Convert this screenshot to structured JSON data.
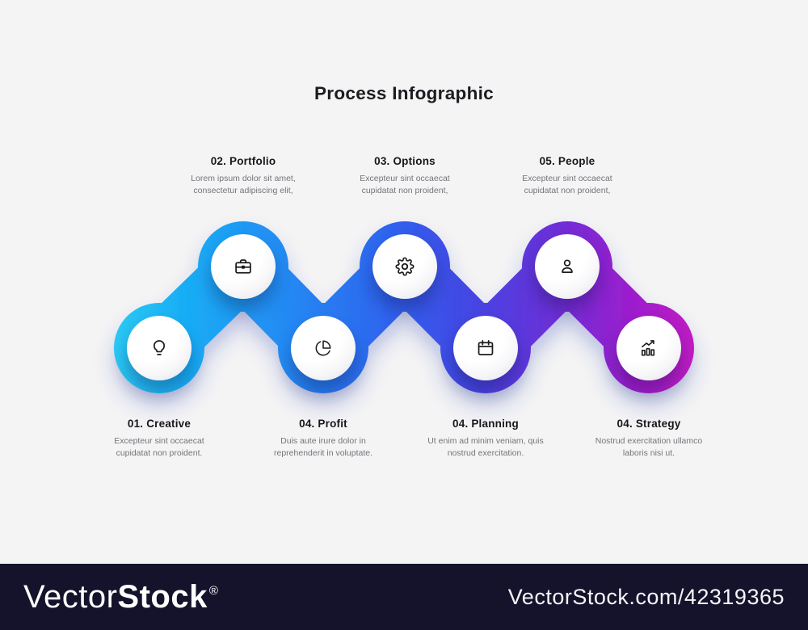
{
  "title": "Process Infographic",
  "steps": [
    {
      "label": "01. Creative",
      "description": "Excepteur sint occaecat cupidatat non proident.",
      "icon": "bulb-icon",
      "row": "bottom"
    },
    {
      "label": "02. Portfolio",
      "description": "Lorem ipsum dolor sit amet, consectetur adipiscing elit,",
      "icon": "briefcase-icon",
      "row": "top"
    },
    {
      "label": "04. Profit",
      "description": "Duis aute irure dolor in reprehenderit in voluptate.",
      "icon": "pie-chart-icon",
      "row": "bottom"
    },
    {
      "label": "03. Options",
      "description": "Excepteur sint occaecat cupidatat non proident,",
      "icon": "gear-icon",
      "row": "top"
    },
    {
      "label": "04. Planning",
      "description": "Ut enim ad minim veniam, quis nostrud exercitation.",
      "icon": "calendar-icon",
      "row": "bottom"
    },
    {
      "label": "05. People",
      "description": "Excepteur sint occaecat cupidatat non proident,",
      "icon": "person-icon",
      "row": "top"
    },
    {
      "label": "04. Strategy",
      "description": "Nostrud exercitation ullamco laboris nisi ut.",
      "icon": "bar-chart-icon",
      "row": "bottom"
    }
  ],
  "colors": {
    "background": "#f4f4f5",
    "footer_bar": "#14132b",
    "text_dark": "#17171c",
    "text_muted": "#74747a",
    "gradient": [
      "#2bc9f4",
      "#18aef5",
      "#2489f3",
      "#2f62ee",
      "#4545e3",
      "#6c2fd7",
      "#981fce",
      "#c01dc3"
    ]
  },
  "watermark": {
    "brand_light": "Vector",
    "brand_bold": "Stock",
    "registered": "®",
    "url": "VectorStock.com/42319365"
  }
}
